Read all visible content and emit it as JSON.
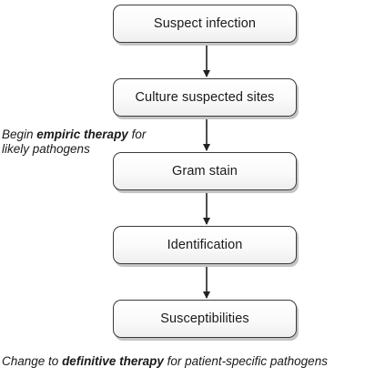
{
  "flowchart": {
    "steps": [
      {
        "label": "Suspect infection"
      },
      {
        "label": "Culture suspected sites"
      },
      {
        "label": "Gram stain"
      },
      {
        "label": "Identification"
      },
      {
        "label": "Susceptibilities"
      }
    ]
  },
  "annotations": {
    "empiric": {
      "before": "Begin ",
      "emphasis": "empiric therapy",
      "after": " for",
      "line2": "likely pathogens"
    },
    "definitive": {
      "before": "Change to ",
      "emphasis": "definitive therapy",
      "after": " for patient-specific pathogens"
    }
  },
  "colors": {
    "box_border": "#3a3a3a",
    "box_shadow": "#c4c4c4",
    "arrow": "#222222",
    "text": "#1a1a1a"
  }
}
